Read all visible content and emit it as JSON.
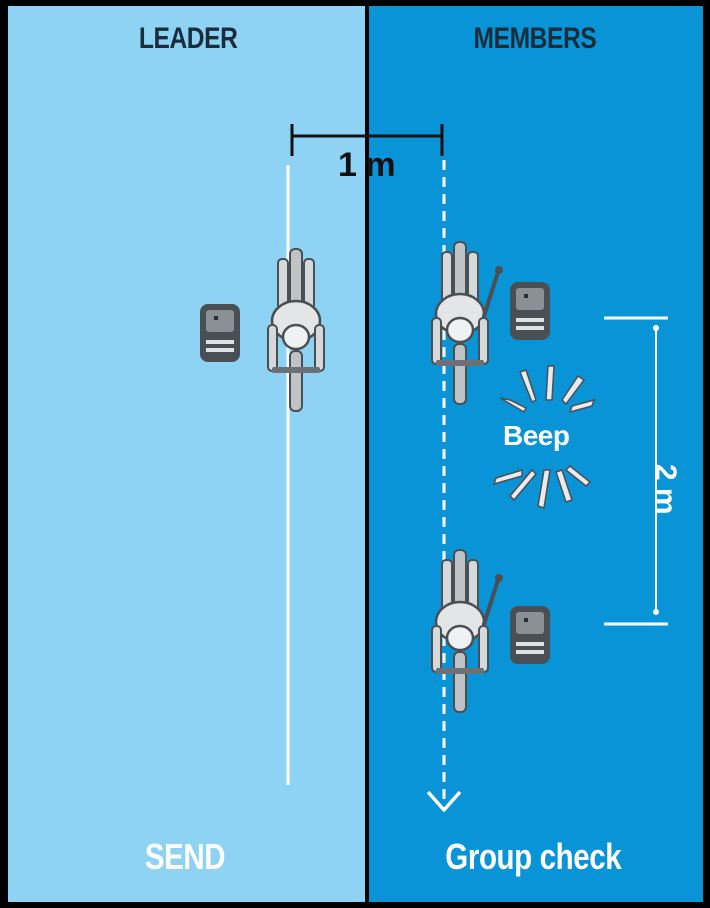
{
  "headers": {
    "leader": "LEADER",
    "members": "MEMBERS"
  },
  "footers": {
    "leader_action": "SEND",
    "members_action": "Group check"
  },
  "dimensions": {
    "lateral": "1 m",
    "gap": "2 m"
  },
  "sound": "Beep",
  "colors": {
    "leader_panel": "#8fd3f4",
    "members_panel": "#0a94d8",
    "border": "#000000"
  },
  "icons": {
    "rider": "cyclist-top-view-icon",
    "device": "bike-computer-icon",
    "sound": "sound-burst-icon"
  }
}
